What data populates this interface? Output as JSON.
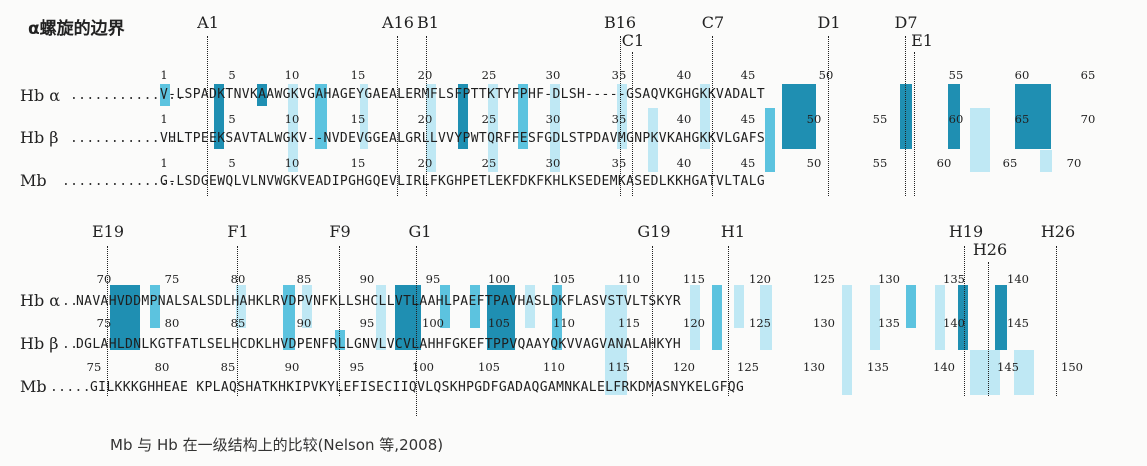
{
  "title": "α螺旋的边界",
  "top_block": {
    "helix_labels": [
      "A1",
      "A16",
      "B1",
      "B16",
      "C1",
      "C7",
      "D1",
      "D7",
      "E1"
    ],
    "row_labels": [
      "Hb α",
      "Hb β",
      "Mb"
    ],
    "hb_alpha_numbers": [
      "1",
      "5",
      "10",
      "15",
      "20",
      "25",
      "30",
      "35",
      "40",
      "45",
      "50",
      "55",
      "60",
      "65"
    ],
    "hb_beta_numbers": [
      "1",
      "5",
      "10",
      "15",
      "20",
      "25",
      "30",
      "35",
      "40",
      "45",
      "50",
      "55",
      "60",
      "65",
      "70"
    ],
    "mb_numbers": [
      "1",
      "5",
      "10",
      "15",
      "20",
      "25",
      "30",
      "35",
      "40",
      "45",
      "50",
      "55",
      "60",
      "65",
      "70"
    ],
    "hb_alpha_seq": "V-LSPADKTNVKAAWGKVGAHAGEYGAEALERMFLSFPTTKTYFPHF-DLSH-----GSAQVKGHGKKVADALT",
    "hb_beta_seq": "VHLTPEEKSAVTALWGKV--NVDEVGGEALGRLLVVYPWTQRFFESFGDLSTPDAVMGNPKVKAHGKKVLGAFS",
    "mb_seq": "G-LSDGEWQLVLNVWGKVEADIPGHGQEVLIRLFKGHPETLEKFDKFKHLKSEDEMKASEDLKKHGATVLTALG"
  },
  "bottom_block": {
    "helix_labels": [
      "E19",
      "F1",
      "F9",
      "G1",
      "G19",
      "H1",
      "H19",
      "H26",
      "H26"
    ],
    "row_labels": [
      "Hb α",
      "Hb β",
      "Mb"
    ],
    "hb_alpha_numbers": [
      "70",
      "75",
      "80",
      "85",
      "90",
      "95",
      "100",
      "105",
      "110",
      "115",
      "120",
      "125",
      "130",
      "135",
      "140"
    ],
    "hb_beta_numbers": [
      "75",
      "80",
      "85",
      "90",
      "95",
      "100",
      "105",
      "110",
      "115",
      "120",
      "125",
      "130",
      "135",
      "140",
      "145"
    ],
    "mb_numbers": [
      "75",
      "80",
      "85",
      "90",
      "95",
      "100",
      "105",
      "110",
      "115",
      "120",
      "125",
      "130",
      "135",
      "140",
      "145",
      "150"
    ],
    "hb_alpha_seq": "NAVAHVDDMPNALSALSDLHAHKLRVDPVNFKLLSHCLLVTLAAHLPAEFTPAVHASLDKFLASVSTVLTSKYR",
    "hb_beta_seq": "DGLAHLDNLKGTFATLSELHCDKLHVDPENFRLLGNVLVCVLAHHFGKEFTPPVQAAYQKVVAGVANALAHKYH",
    "mb_seq": "GILKKKGHHEAE KPLAQSHATKHKIPVKYLEFISECIIQVLQSKHPGDFGADAQGAMNKALELFRKDMASNYKELGFQG"
  },
  "caption": "Mb 与 Hb 在一级结构上的比较(Nelson 等,2008)"
}
